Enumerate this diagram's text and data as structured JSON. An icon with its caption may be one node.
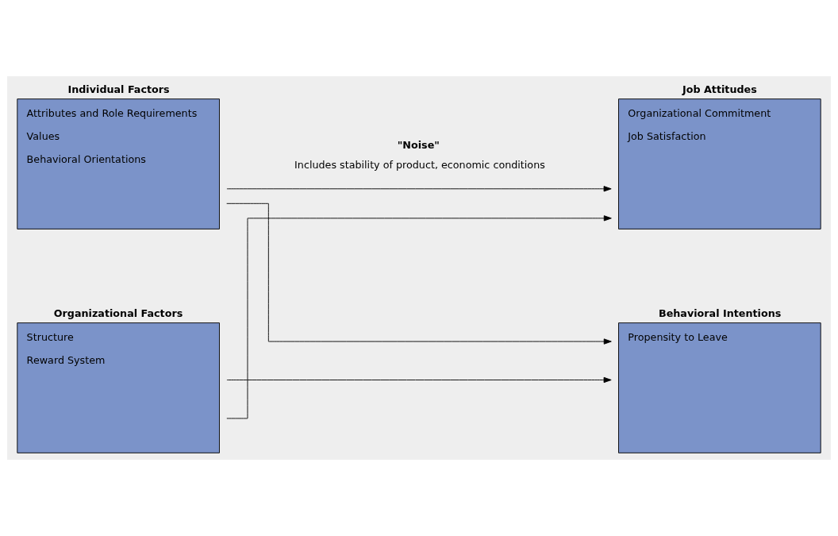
{
  "diagram": {
    "nodes": [
      {
        "text": [
          "Individual Factors",
          "Attributes and Role Requirements",
          "Values",
          "Behavioral Orientations"
        ]
      },
      {
        "text": [
          "Organizational Factors",
          "Structure",
          "Reward System"
        ]
      },
      {
        "text": [
          "Job Attitudes",
          "Organizational Commitment",
          "Job Satisfaction"
        ]
      },
      {
        "text": [
          "Behavioral Intentions",
          "Propensity to Leave"
        ]
      }
    ],
    "edges": [
      {
        "from": 0,
        "to": 2,
        "arrow": "to"
      },
      {
        "from": 0,
        "to": 3,
        "arrow": "to"
      },
      {
        "from": 1,
        "to": 2,
        "arrow": "to"
      },
      {
        "from": 1,
        "to": 3,
        "arrow": "to"
      }
    ],
    "labels": [
      "\"Noise\"",
      "Includes stability of product, economic conditions"
    ]
  }
}
